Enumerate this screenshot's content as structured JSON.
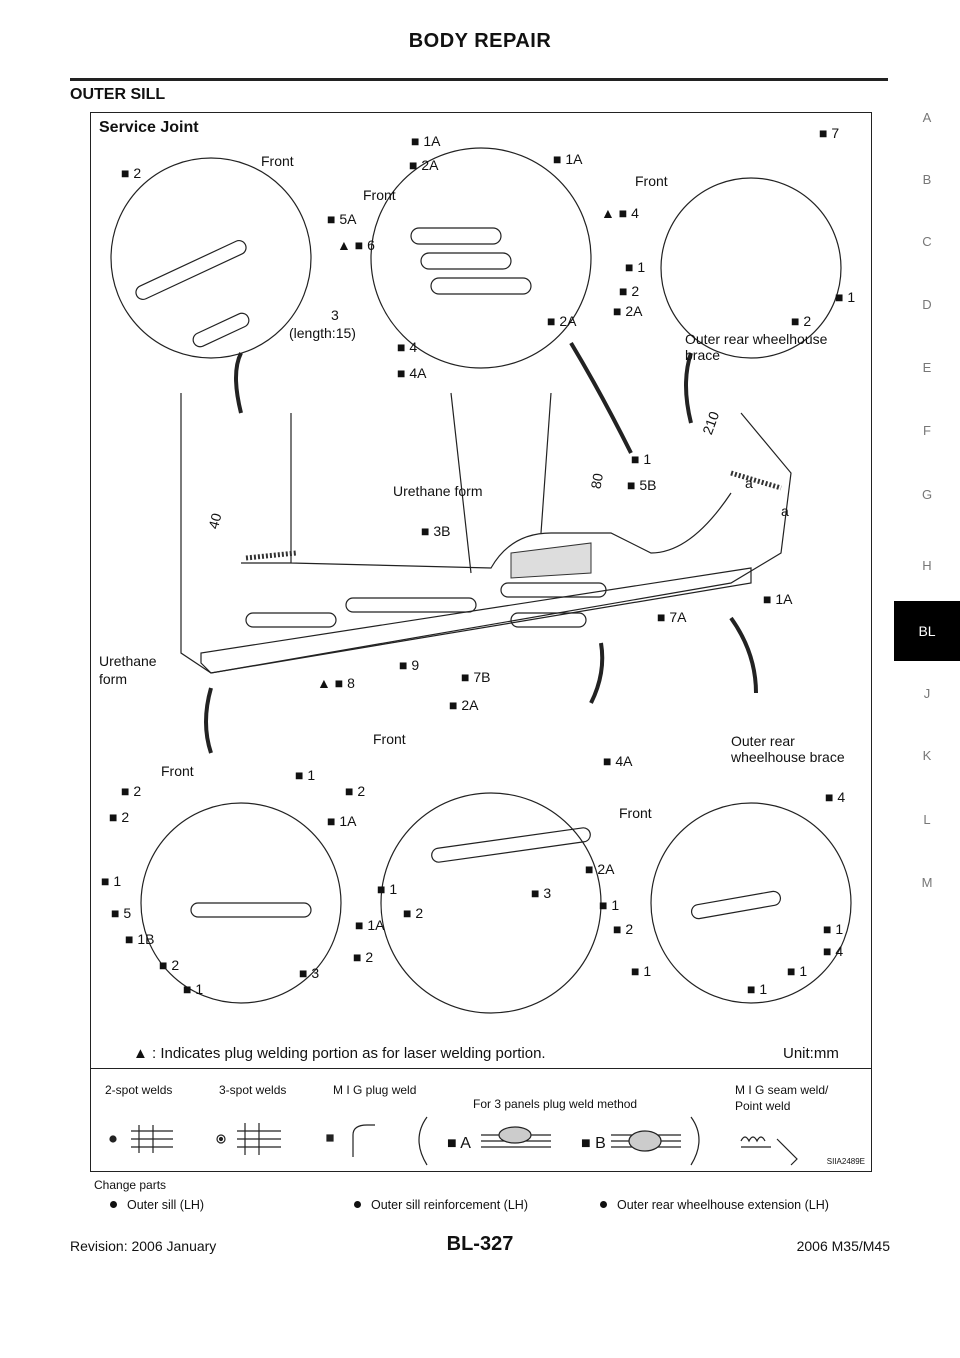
{
  "header": {
    "title": "BODY REPAIR"
  },
  "section": {
    "title": "OUTER SILL"
  },
  "side_index": {
    "letters": [
      "A",
      "B",
      "C",
      "D",
      "E",
      "F",
      "G",
      "H",
      "BL",
      "J",
      "K",
      "L",
      "M"
    ],
    "active": "BL"
  },
  "figure": {
    "title": "Service Joint",
    "labels": [
      "■ 2",
      "Front",
      "■ 1A",
      "■ 2A",
      "Front",
      "■ 1A",
      "■ 7",
      "Front",
      "■ 5A",
      "▲ ■ 4",
      "▲ ■ 6",
      "■ 1",
      "■ 2",
      "■ 1",
      "■ 2",
      "3",
      "(length:15)",
      "■ 2A",
      "■ 2A",
      "■ 4",
      "■ 4A",
      "Outer rear wheelhouse",
      "brace",
      "210",
      "■ 1",
      "■ 5B",
      "a",
      "a",
      "80",
      "Urethane form",
      "■ 3B",
      "40",
      "■ 1A",
      "■ 7A",
      "Urethane",
      "form",
      "■ 9",
      "■ 7B",
      "▲ ■ 8",
      "■ 2A",
      "Front",
      "■ 4A",
      "Outer rear",
      "wheelhouse brace",
      "Front",
      "■ 4",
      "Front",
      "■ 1",
      "■ 2",
      "■ 2",
      "■ 2",
      "■ 1A",
      "■ 1",
      "■ 5",
      "■ 1B",
      "■ 2",
      "■ 1",
      "■ 1A",
      "■ 3",
      "■ 2",
      "■ 1",
      "■ 2",
      "■ 3",
      "■ 2A",
      "■ 1",
      "■ 2",
      "■ 1",
      "■ 1",
      "■ 1",
      "■ 4",
      "■ 1"
    ],
    "note": "▲ : Indicates plug welding portion as for laser welding portion.",
    "unit": "Unit:mm",
    "legend": {
      "spot2": "2-spot welds",
      "spot3": "3-spot welds",
      "mig_plug": "M I G plug weld",
      "three_panels": "For 3 panels plug weld method",
      "mig_seam_1": "M I G seam weld/",
      "mig_seam_2": "Point weld",
      "a": "■ A",
      "b": "■ B"
    },
    "code": "SIIA2489E"
  },
  "change_parts": {
    "title": "Change parts",
    "items": [
      "Outer sill (LH)",
      "Outer sill reinforcement (LH)",
      "Outer rear wheelhouse extension (LH)"
    ]
  },
  "footer": {
    "revision": "Revision: 2006 January",
    "page": "BL-327",
    "model": "2006 M35/M45"
  }
}
